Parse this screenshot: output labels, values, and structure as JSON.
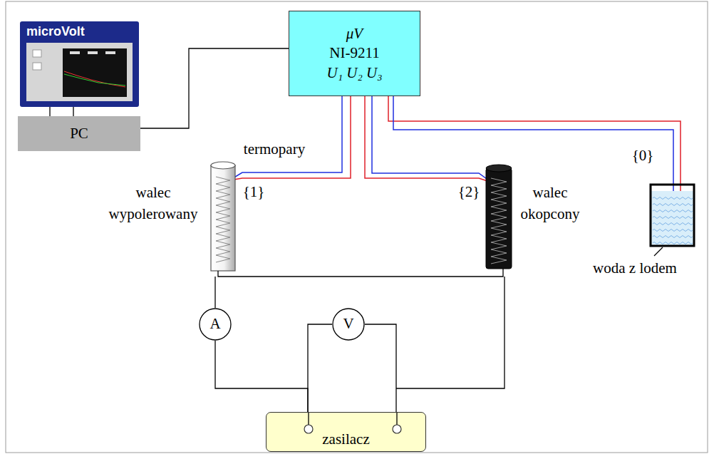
{
  "diagram": {
    "nodes": [
      {
        "text": [
          "microVolt"
        ]
      },
      {
        "text": [
          "PC"
        ]
      },
      {
        "text": [
          "μV",
          "NI-9211",
          "U₁ U₂ U₃"
        ]
      },
      {
        "text": [
          "A"
        ]
      },
      {
        "text": [
          "V"
        ]
      },
      {
        "text": [
          "zasilacz"
        ]
      }
    ],
    "edges": [
      {
        "from": 0,
        "to": 1,
        "arrow": "none"
      },
      {
        "from": 1,
        "to": 2,
        "arrow": "none"
      },
      {
        "from": 3,
        "to": 5,
        "arrow": "none"
      },
      {
        "from": 4,
        "to": 5,
        "arrow": "none"
      },
      {
        "from": 4,
        "to": 5,
        "arrow": "none"
      }
    ],
    "labels": [
      "termopary",
      "walec wypolerowany",
      "{1}",
      "{2}",
      "walec okopcony",
      "{0}",
      "woda z lodem"
    ]
  }
}
